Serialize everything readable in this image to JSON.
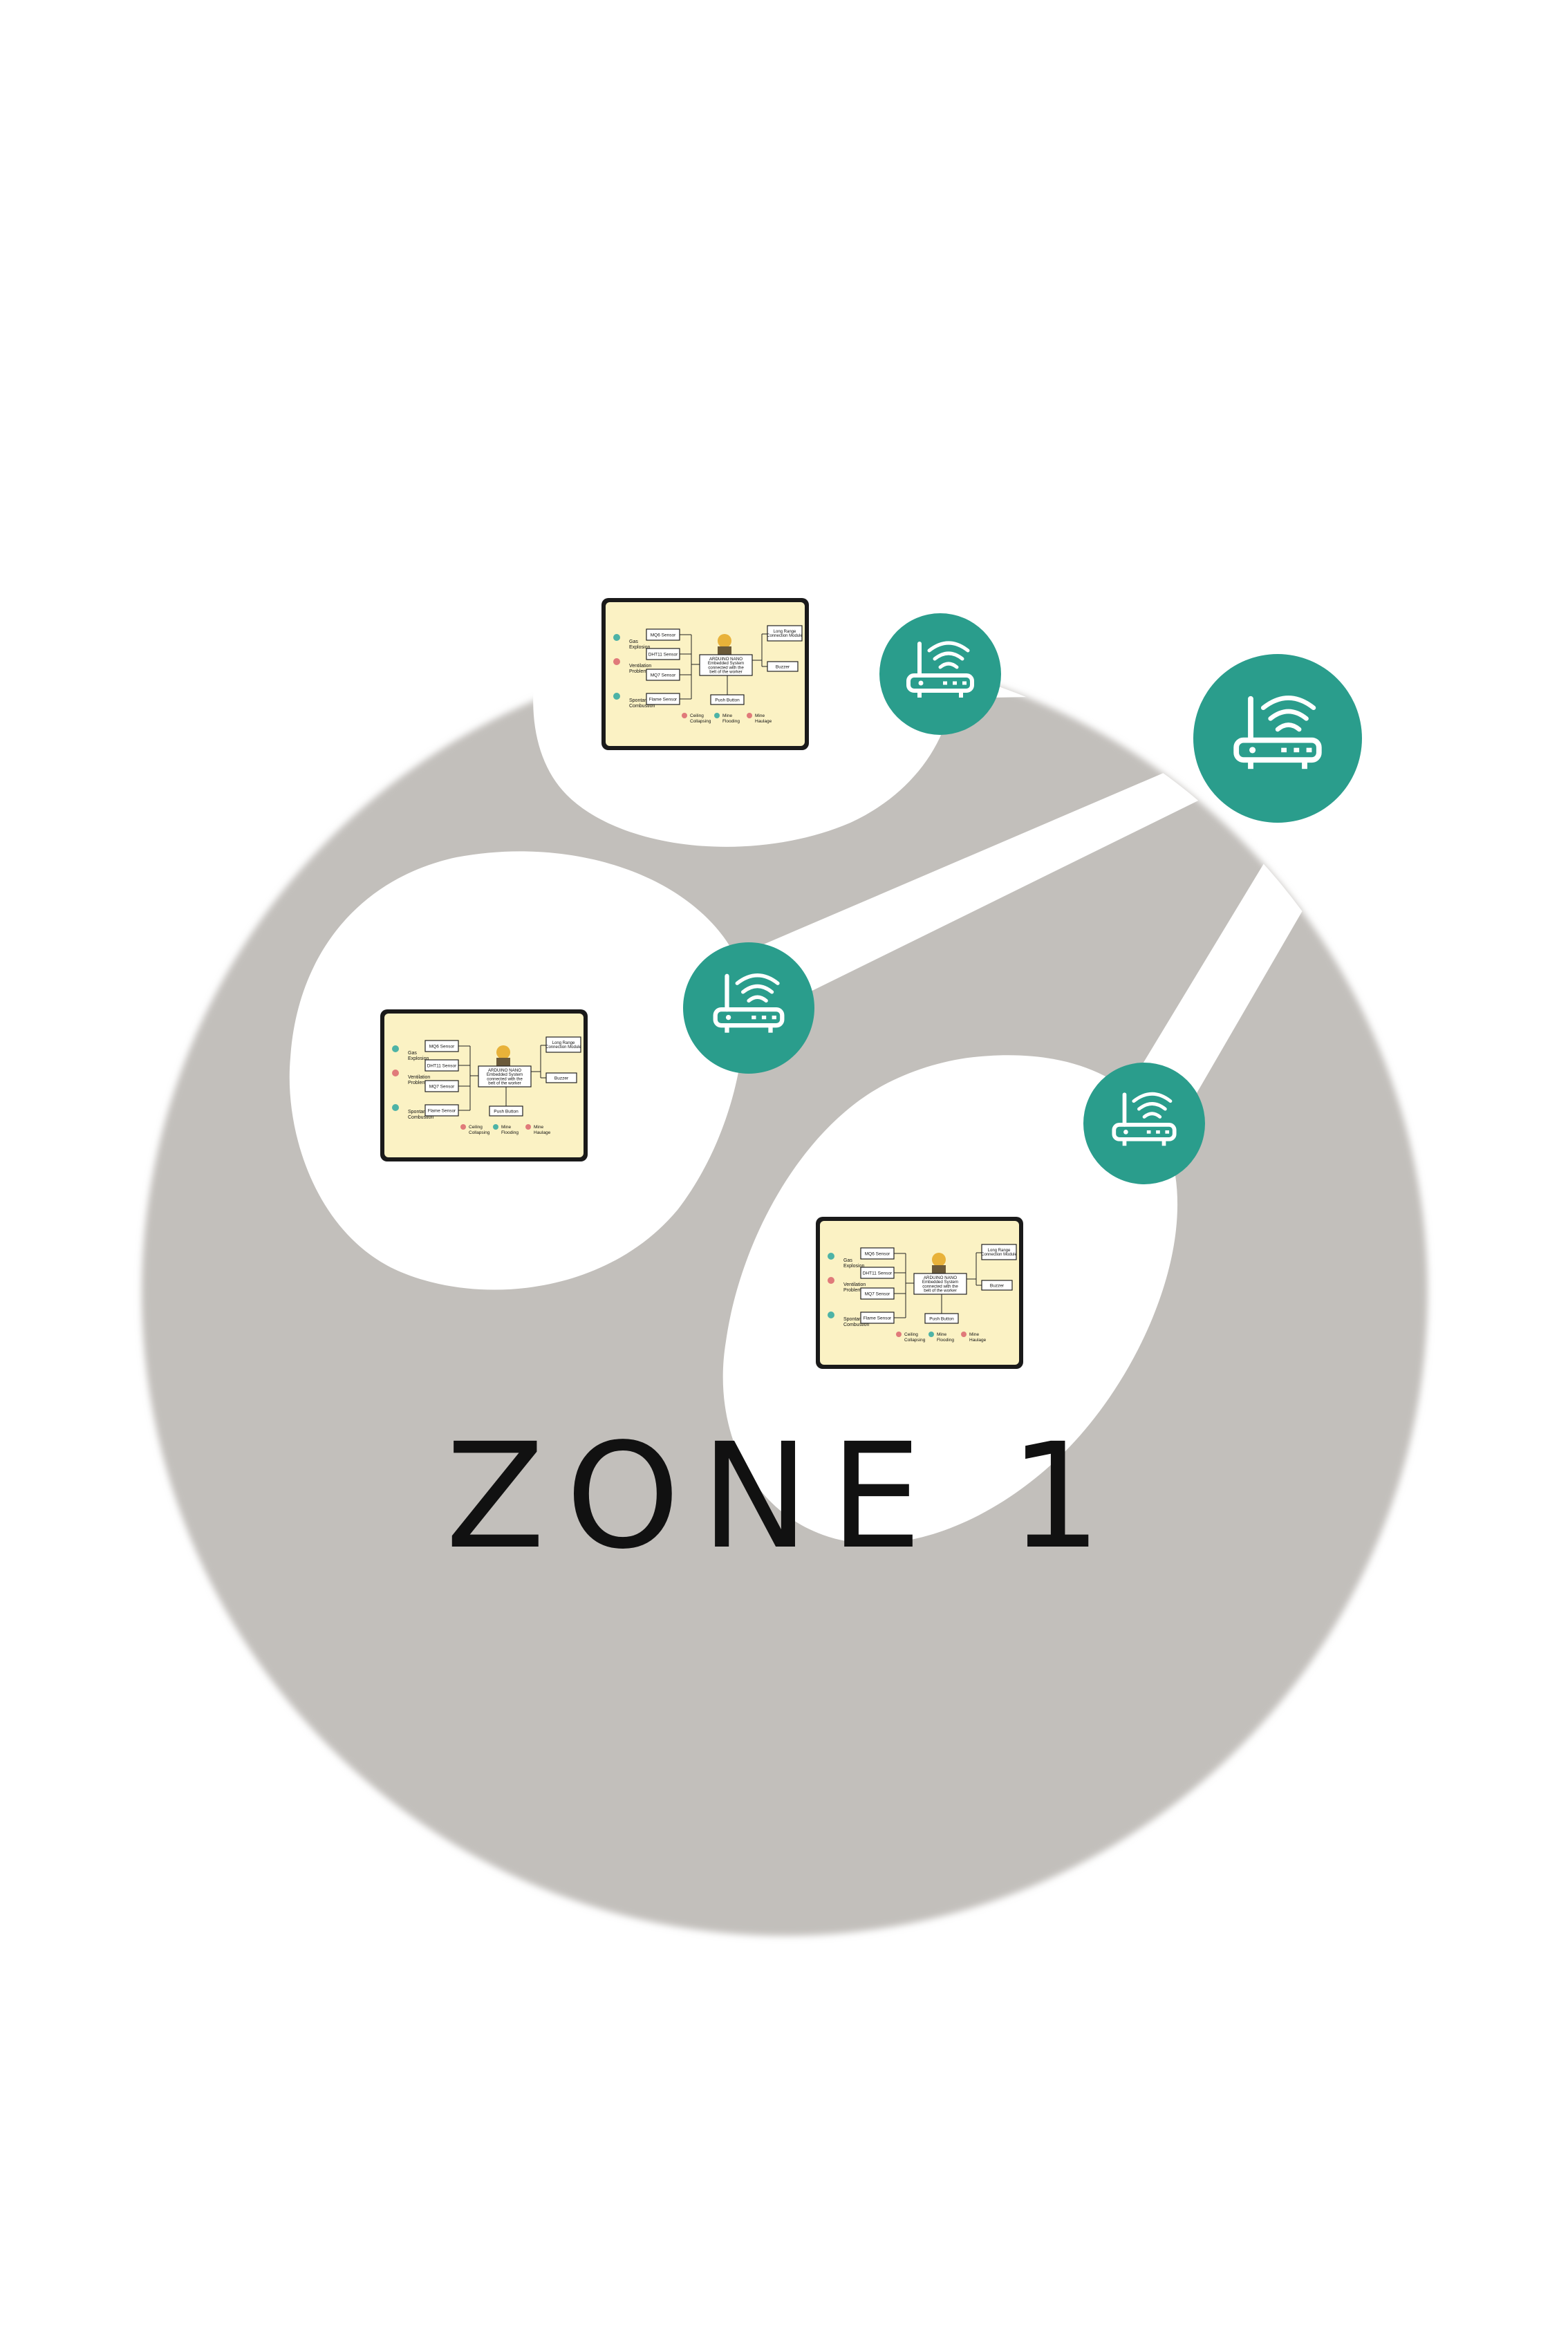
{
  "zone": {
    "title": "ZONE 1"
  },
  "colors": {
    "zone_fill": "#c2bfbb",
    "router_fill": "#2a9d8c",
    "panel_fill": "#fbf2c4",
    "panel_border": "#1a1a1a",
    "text": "#111111"
  },
  "icons": {
    "router": "wifi-router-icon",
    "worker": "miner-worker-icon"
  },
  "panel": {
    "left_labels": [
      "Gas Explosion",
      "Ventilation Problems",
      "Spontaneous Combustion"
    ],
    "sensors": [
      "MQ6 Sensor",
      "DHT11 Sensor",
      "MQ7 Sensor",
      "Flame Sensor"
    ],
    "center": "ARDUINO NANO Embedded System connected with the belt of the worker",
    "right": [
      "Long Range Connection Module",
      "Buzzer"
    ],
    "bottom": [
      "Push Button"
    ],
    "hazards": [
      "Ceiling Collapsing",
      "Mine Flooding",
      "Mine Haulage"
    ]
  }
}
